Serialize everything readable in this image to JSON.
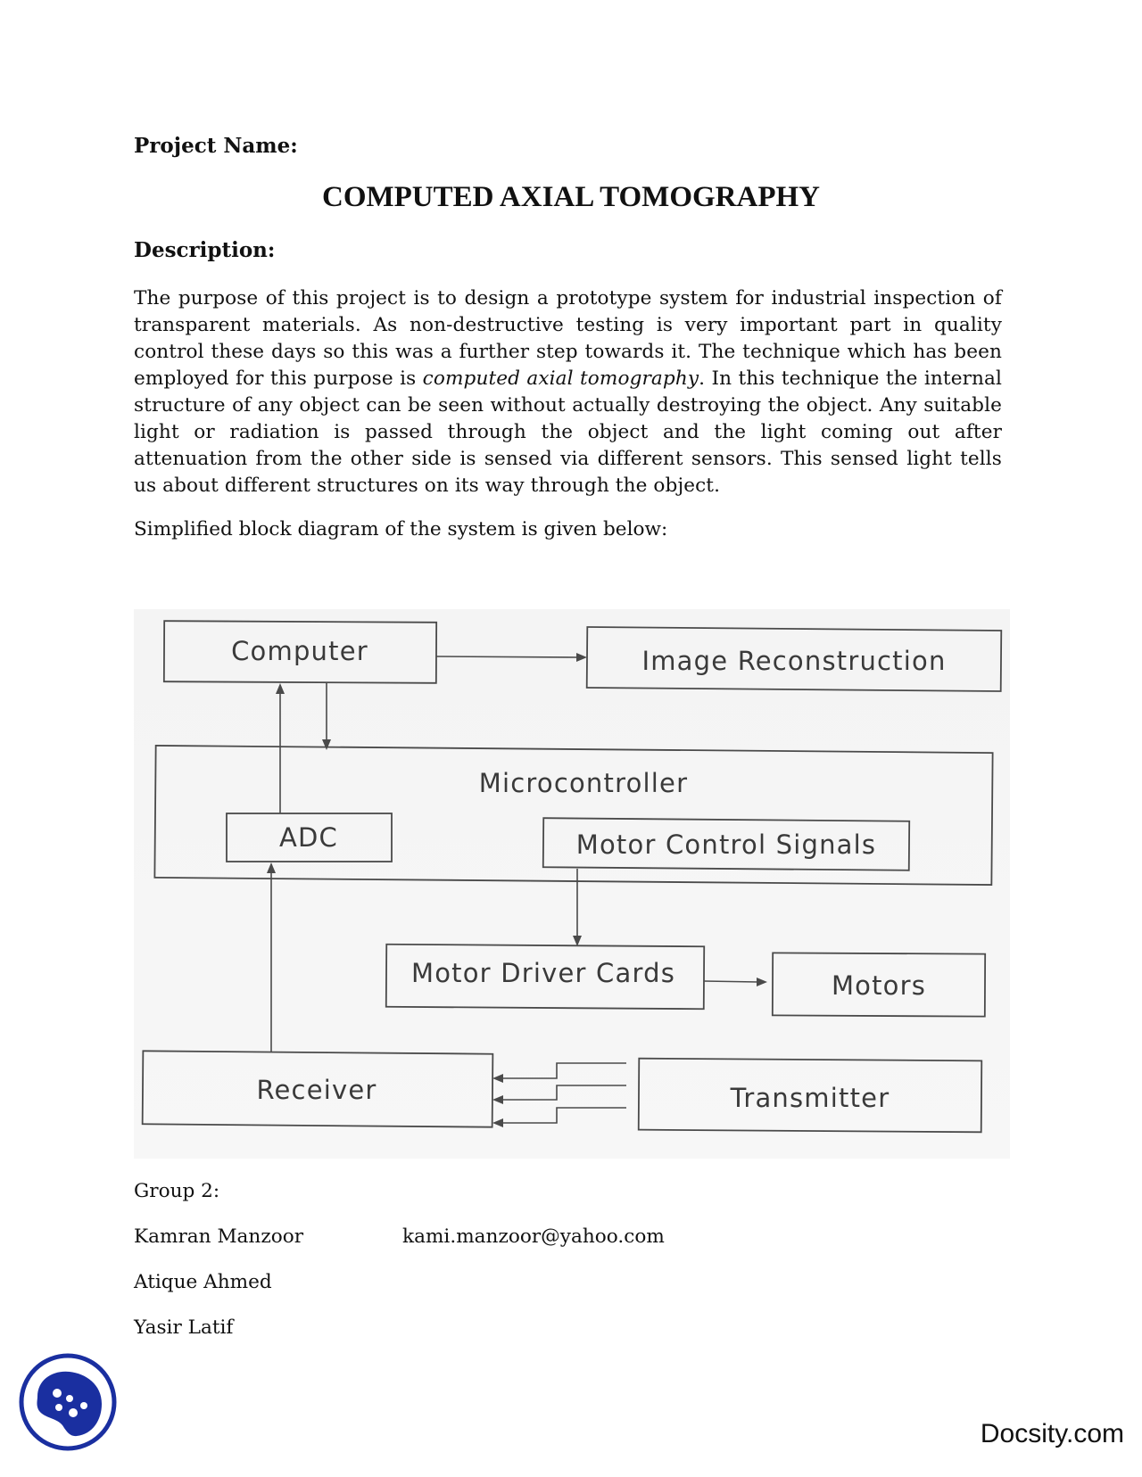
{
  "document": {
    "project_label": "Project Name:",
    "title": "COMPUTED AXIAL TOMOGRAPHY",
    "description_label": "Description:",
    "description": {
      "before_italic": "The purpose of this project is to design a prototype system for industrial inspection of transparent materials. As non-destructive testing is very important part in quality control these days so this was a further step towards it. The technique which has been employed for this purpose is ",
      "italic": "computed axial tomography",
      "after_italic": ". In this technique the internal structure of any object can be seen without actually destroying the object. Any suitable light or radiation is passed through the object and the light coming out after attenuation from the other side is sensed via different sensors. This sensed light tells us about different structures on its way through the object."
    },
    "diagram_intro": "Simplified block diagram of the system is given below:"
  },
  "diagram": {
    "blocks": {
      "computer": "Computer",
      "image_reconstruction": "Image Reconstruction",
      "microcontroller": "Microcontroller",
      "adc": "ADC",
      "motor_control_signals": "Motor Control Signals",
      "motor_driver_cards": "Motor Driver Cards",
      "motors": "Motors",
      "receiver": "Receiver",
      "transmitter": "Transmitter"
    }
  },
  "group": {
    "label": "Group 2:",
    "members": [
      {
        "name": "Kamran Manzoor",
        "email": "kami.manzoor@yahoo.com"
      },
      {
        "name": "Atique Ahmed"
      },
      {
        "name": "Yasir Latif"
      }
    ]
  },
  "footer": {
    "brand": "Docsity.com",
    "logo_icon": "docsity-logo-icon"
  }
}
